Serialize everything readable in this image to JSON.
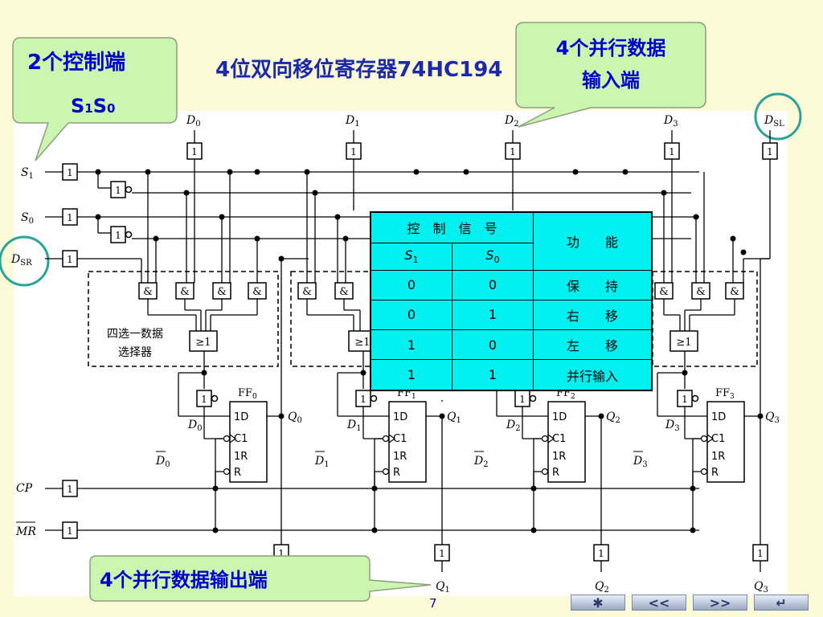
{
  "slide": {
    "title": "4位双向移位寄存器74HC194",
    "page_number": "7"
  },
  "callouts": {
    "control_line1": "2个控制端",
    "control_line2": "S",
    "control_sub1": "1",
    "control_mid": "S",
    "control_sub0": "0",
    "parallel_in_line1": "4个并行数据",
    "parallel_in_line2": "输入端",
    "parallel_out": "4个并行数据输出端"
  },
  "circuit": {
    "inputs": {
      "s1": "S",
      "s1_sub": "1",
      "s0": "S",
      "s0_sub": "0",
      "dsr": "D",
      "dsr_sub": "SR",
      "dsl": "D",
      "dsl_sub": "SL",
      "cp": "CP",
      "mr": "MR"
    },
    "data_inputs": [
      {
        "name": "D",
        "sub": "0"
      },
      {
        "name": "D",
        "sub": "1"
      },
      {
        "name": "D",
        "sub": "2"
      },
      {
        "name": "D",
        "sub": "3"
      }
    ],
    "flip_flops": [
      {
        "label": "FF",
        "sub": "0",
        "q": "Q",
        "q_sub": "0",
        "d": "D",
        "d_sub": "0"
      },
      {
        "label": "FF",
        "sub": "1",
        "q": "Q",
        "q_sub": "1",
        "d": "D",
        "d_sub": "1"
      },
      {
        "label": "FF",
        "sub": "2",
        "q": "Q",
        "q_sub": "2",
        "d": "D",
        "d_sub": "2"
      },
      {
        "label": "FF",
        "sub": "3",
        "q": "Q",
        "q_sub": "3",
        "d": "D",
        "d_sub": "3"
      }
    ],
    "ff_pins": {
      "d": "1D",
      "c": "C1",
      "r": "1R",
      "rb": "R"
    },
    "buffer_label": "1",
    "and_label": "&",
    "or_label": "≥1",
    "mux_label_line1": "四选一数据",
    "mux_label_line2": "选择器",
    "outputs": [
      {
        "name": "Q",
        "sub": "1"
      },
      {
        "name": "Q",
        "sub": "2"
      },
      {
        "name": "Q",
        "sub": "3"
      }
    ]
  },
  "function_table": {
    "header": "控　制　信　号",
    "function_header": "功　　能",
    "s1": "S",
    "s1_sub": "1",
    "s0": "S",
    "s0_sub": "0",
    "rows": [
      {
        "s1": "0",
        "s0": "0",
        "fn": "保　　持"
      },
      {
        "s1": "0",
        "s0": "1",
        "fn": "右　　移"
      },
      {
        "s1": "1",
        "s0": "0",
        "fn": "左　　移"
      },
      {
        "s1": "1",
        "s0": "1",
        "fn": "并行输入"
      }
    ]
  },
  "nav": [
    "✱",
    "<<",
    ">>",
    "↵"
  ],
  "colors": {
    "background": "#fdfbd7",
    "callout_fill": "#ccf5b0",
    "table_fill": "#00f0f0",
    "title_blue": "#1a2aa8",
    "highlight_ring": "#2aa39a"
  }
}
